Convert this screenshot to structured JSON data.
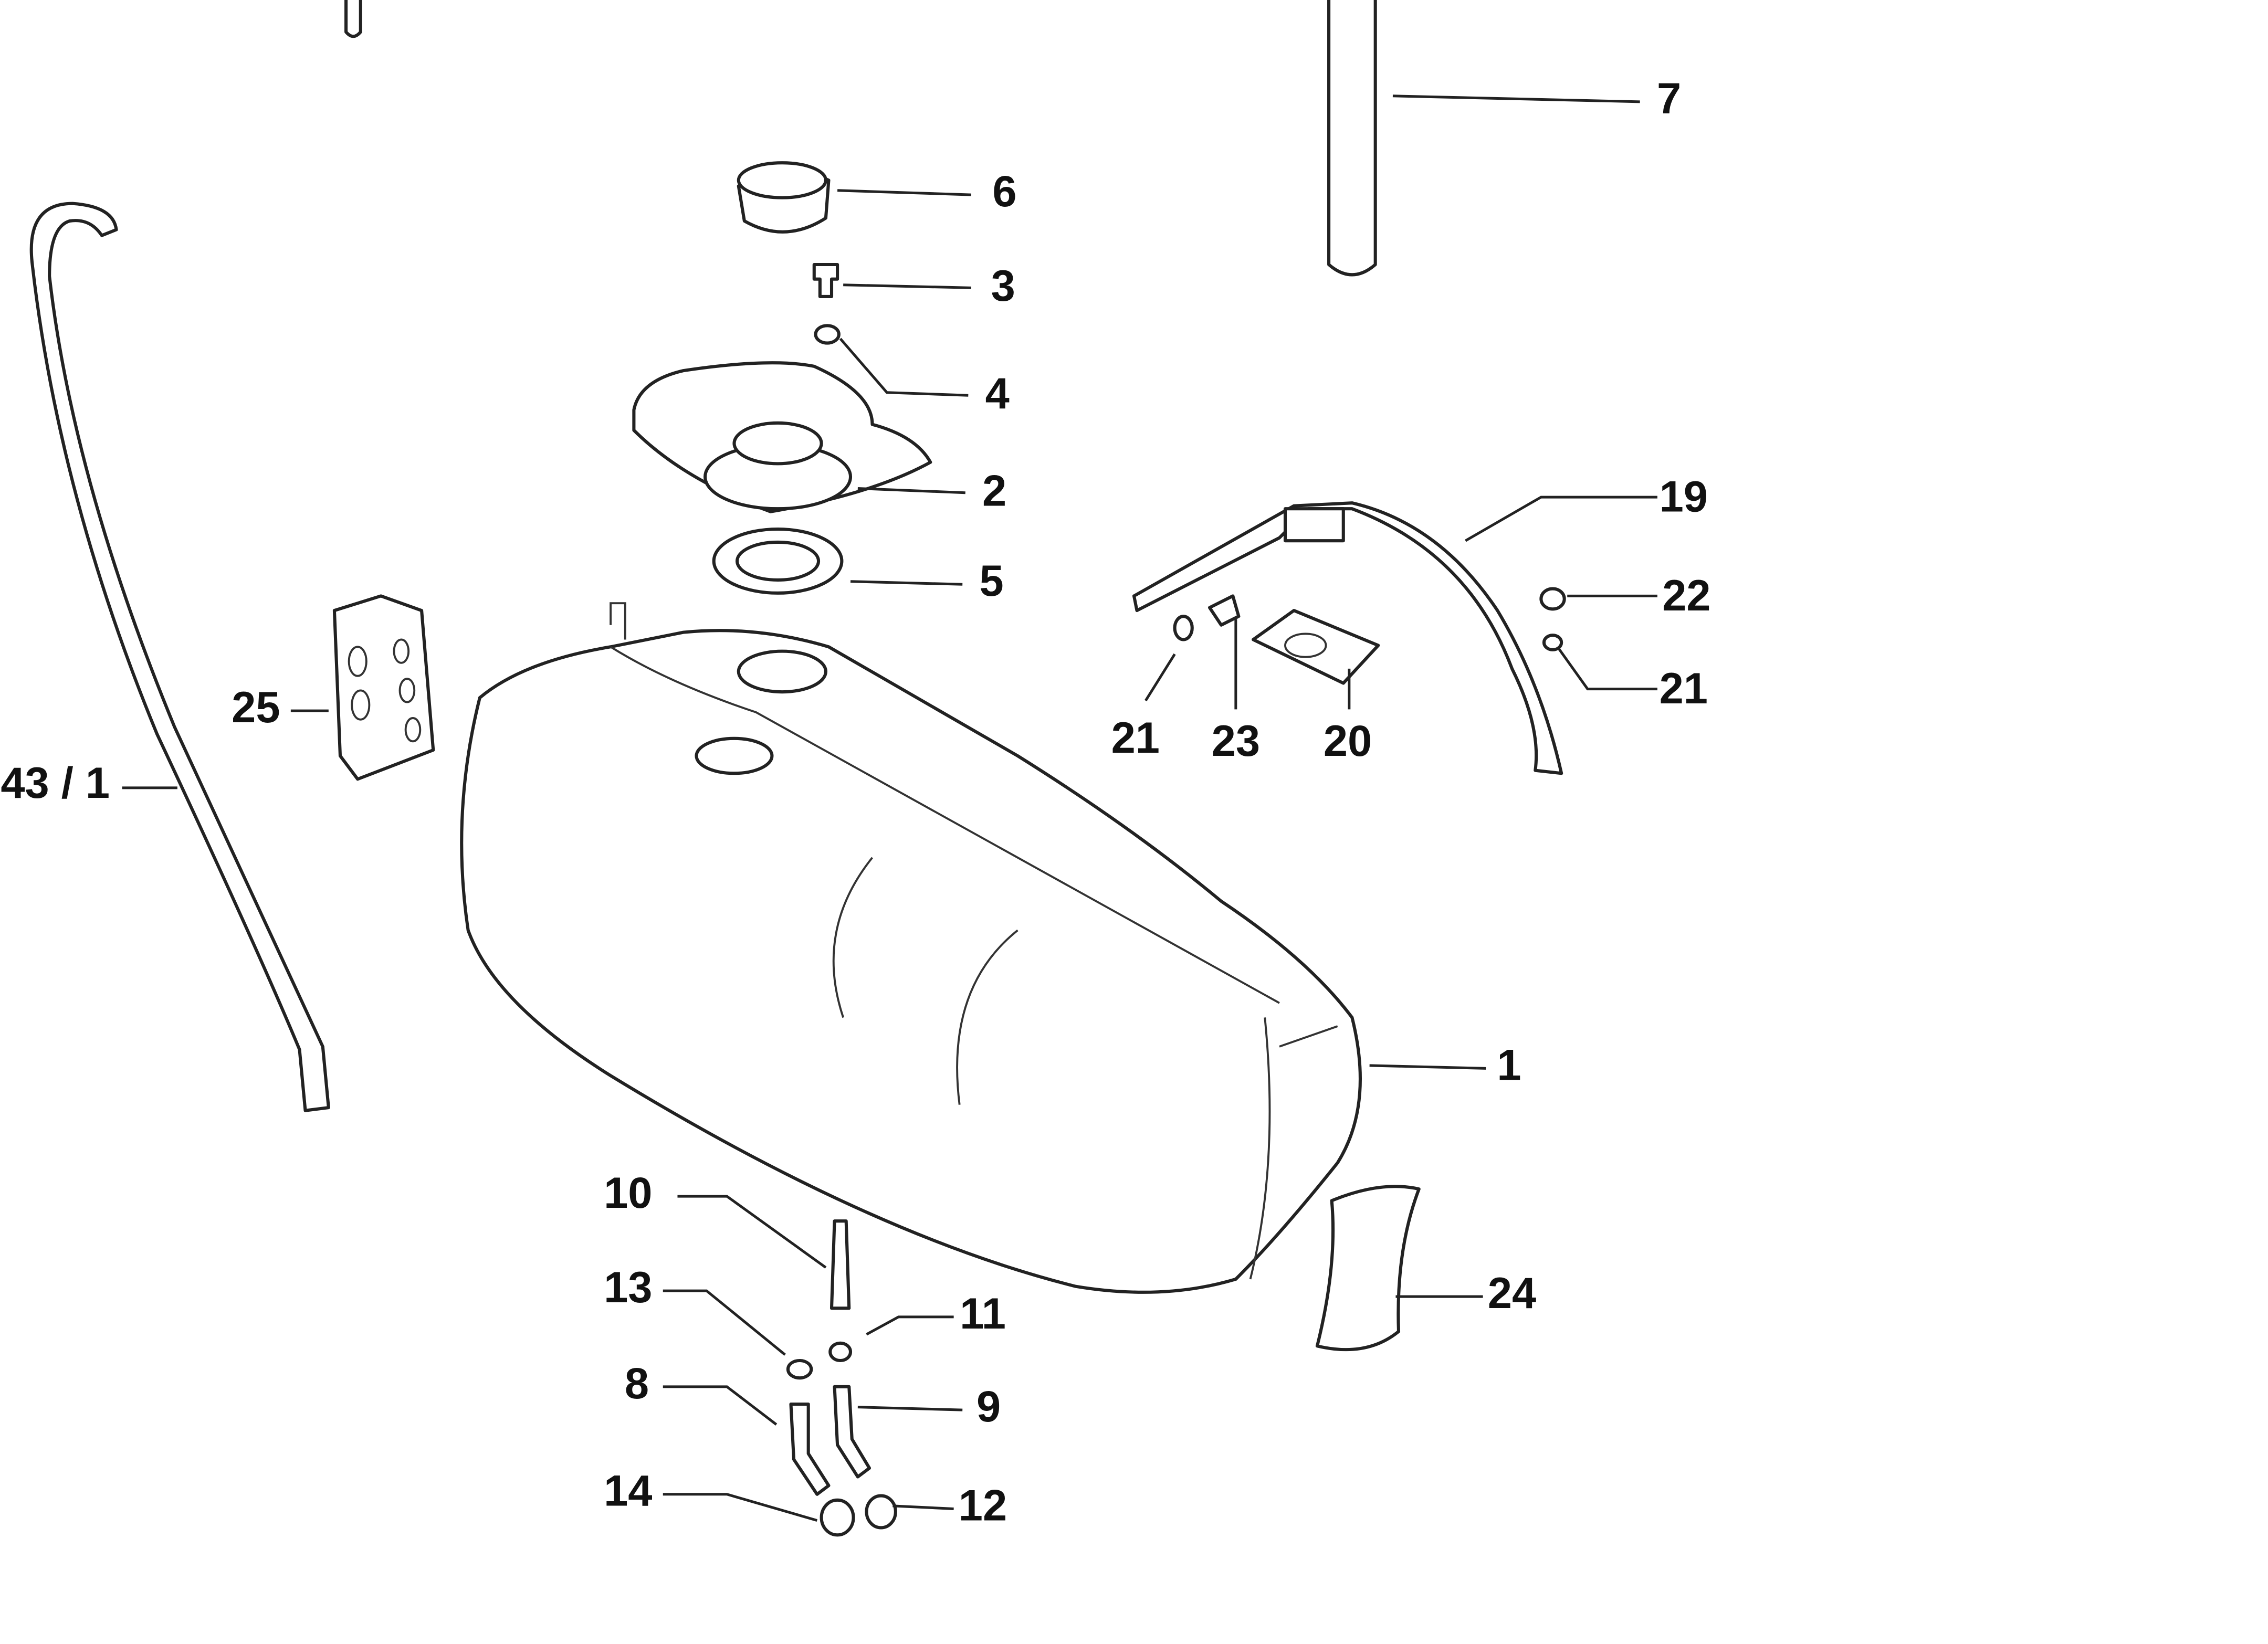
{
  "diagram": {
    "type": "exploded parts diagram",
    "callouts": [
      {
        "id": "c7",
        "text": "7"
      },
      {
        "id": "c6",
        "text": "6"
      },
      {
        "id": "c3",
        "text": "3"
      },
      {
        "id": "c4",
        "text": "4"
      },
      {
        "id": "c2",
        "text": "2"
      },
      {
        "id": "c5",
        "text": "5"
      },
      {
        "id": "c19",
        "text": "19"
      },
      {
        "id": "c22",
        "text": "22"
      },
      {
        "id": "c21r",
        "text": "21"
      },
      {
        "id": "c21l",
        "text": "21"
      },
      {
        "id": "c23",
        "text": "23"
      },
      {
        "id": "c20",
        "text": "20"
      },
      {
        "id": "c25",
        "text": "25"
      },
      {
        "id": "c43",
        "text": "43 / 1"
      },
      {
        "id": "c1",
        "text": "1"
      },
      {
        "id": "c10",
        "text": "10"
      },
      {
        "id": "c13",
        "text": "13"
      },
      {
        "id": "c11",
        "text": "11"
      },
      {
        "id": "c8",
        "text": "8"
      },
      {
        "id": "c9",
        "text": "9"
      },
      {
        "id": "c14",
        "text": "14"
      },
      {
        "id": "c12",
        "text": "12"
      },
      {
        "id": "c24",
        "text": "24"
      }
    ]
  }
}
